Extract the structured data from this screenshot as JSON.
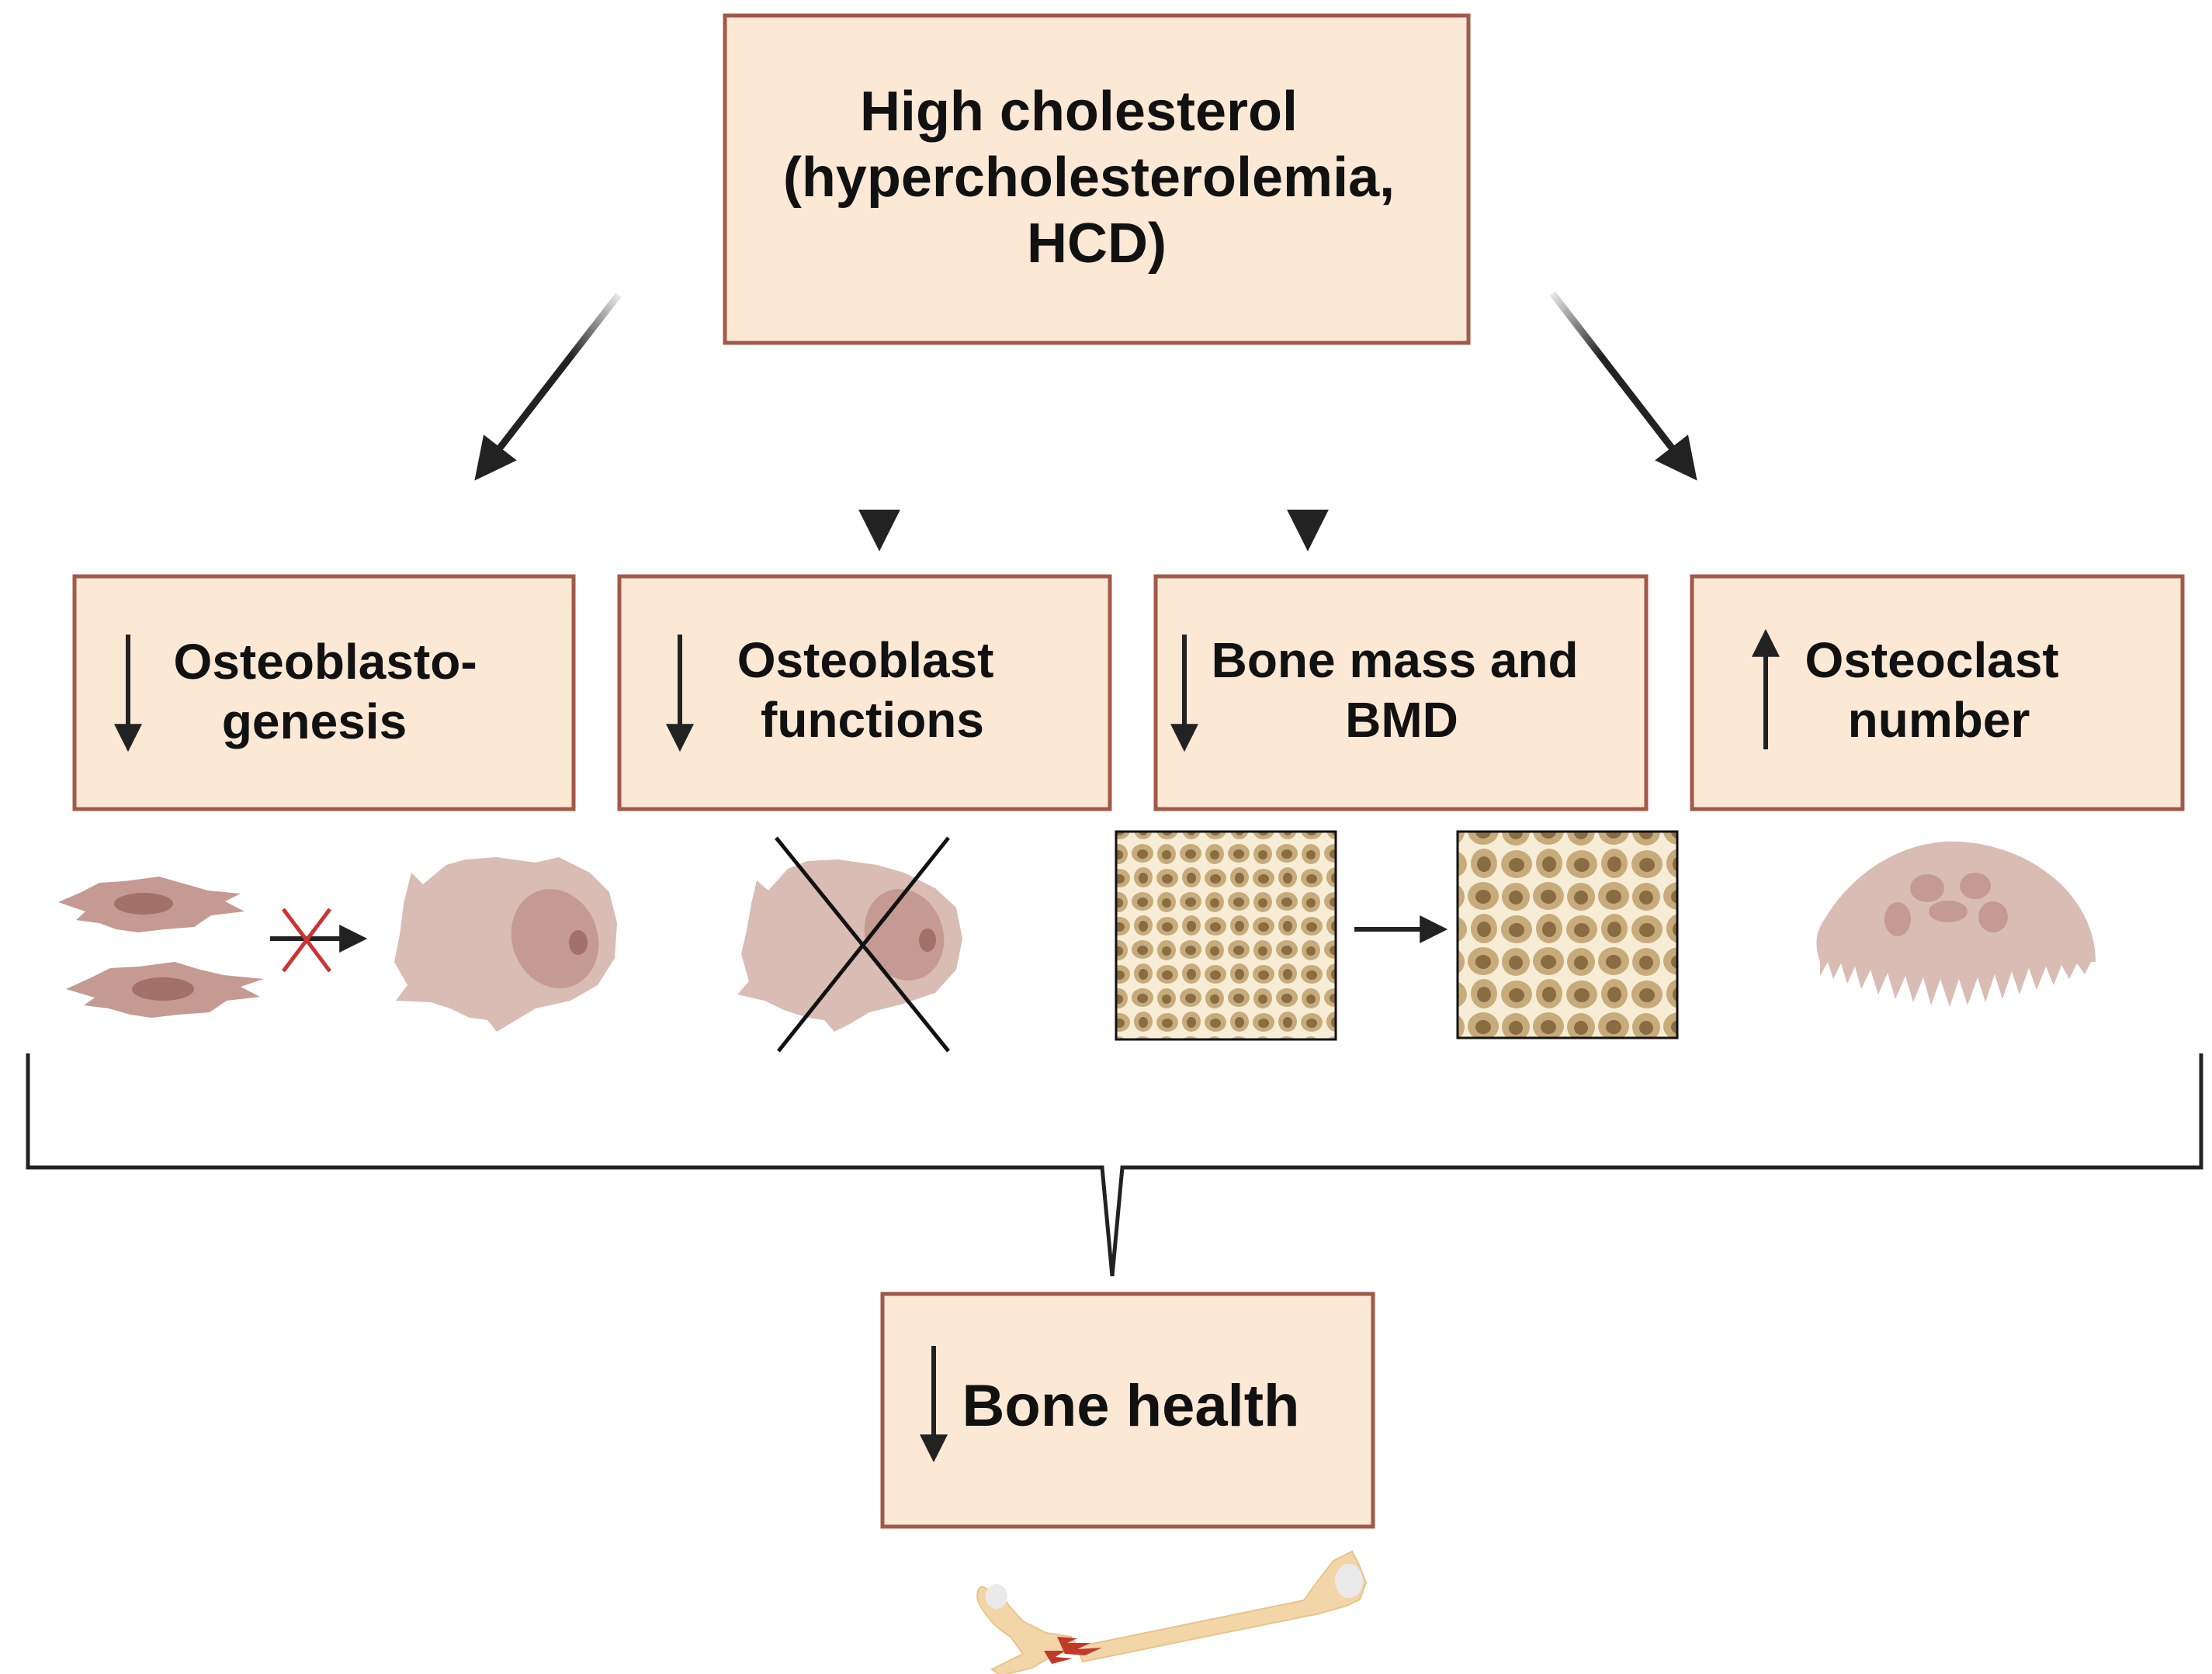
{
  "colors": {
    "box_fill": "#fbe9d6",
    "box_stroke": "#a2594a",
    "arrow": "#222222",
    "cell": "#d9bcb4",
    "cell_dark": "#c49a92",
    "nucleus": "#b8857d",
    "bone_pore": "#8a6c43",
    "bone_bg": "#c8ab7a",
    "bone_shaft": "#f3d6a8",
    "fracture_red": "#c0392b",
    "cross_red": "#cc3333"
  },
  "top_box": {
    "line1": "High cholesterol",
    "line2": "(hypercholesterolemia,",
    "line3": "HCD)"
  },
  "effects": [
    {
      "direction": "down",
      "line1": "Osteoblasto-",
      "line2": "genesis",
      "icon": "arrow-down-icon"
    },
    {
      "direction": "down",
      "line1": "Osteoblast",
      "line2": "functions",
      "icon": "arrow-down-icon"
    },
    {
      "direction": "down",
      "line1": "Bone mass and",
      "line2": "BMD",
      "icon": "arrow-down-icon"
    },
    {
      "direction": "up",
      "line1": "Osteoclast",
      "line2": "number",
      "icon": "arrow-up-icon"
    }
  ],
  "bottom_box": {
    "direction": "down",
    "label": "Bone health",
    "icon": "arrow-down-icon"
  },
  "illustrations": {
    "osteoblastogenesis": [
      "precursor-cell-icon",
      "blocked-arrow-icon",
      "osteoblast-cell-icon"
    ],
    "osteoblast_functions": [
      "crossed-osteoblast-icon"
    ],
    "bone_mass": [
      "dense-trabecular-bone-icon",
      "transition-arrow-icon",
      "porous-trabecular-bone-icon"
    ],
    "osteoclast": [
      "osteoclast-cell-icon"
    ],
    "bone_health": [
      "fractured-femur-icon"
    ]
  }
}
